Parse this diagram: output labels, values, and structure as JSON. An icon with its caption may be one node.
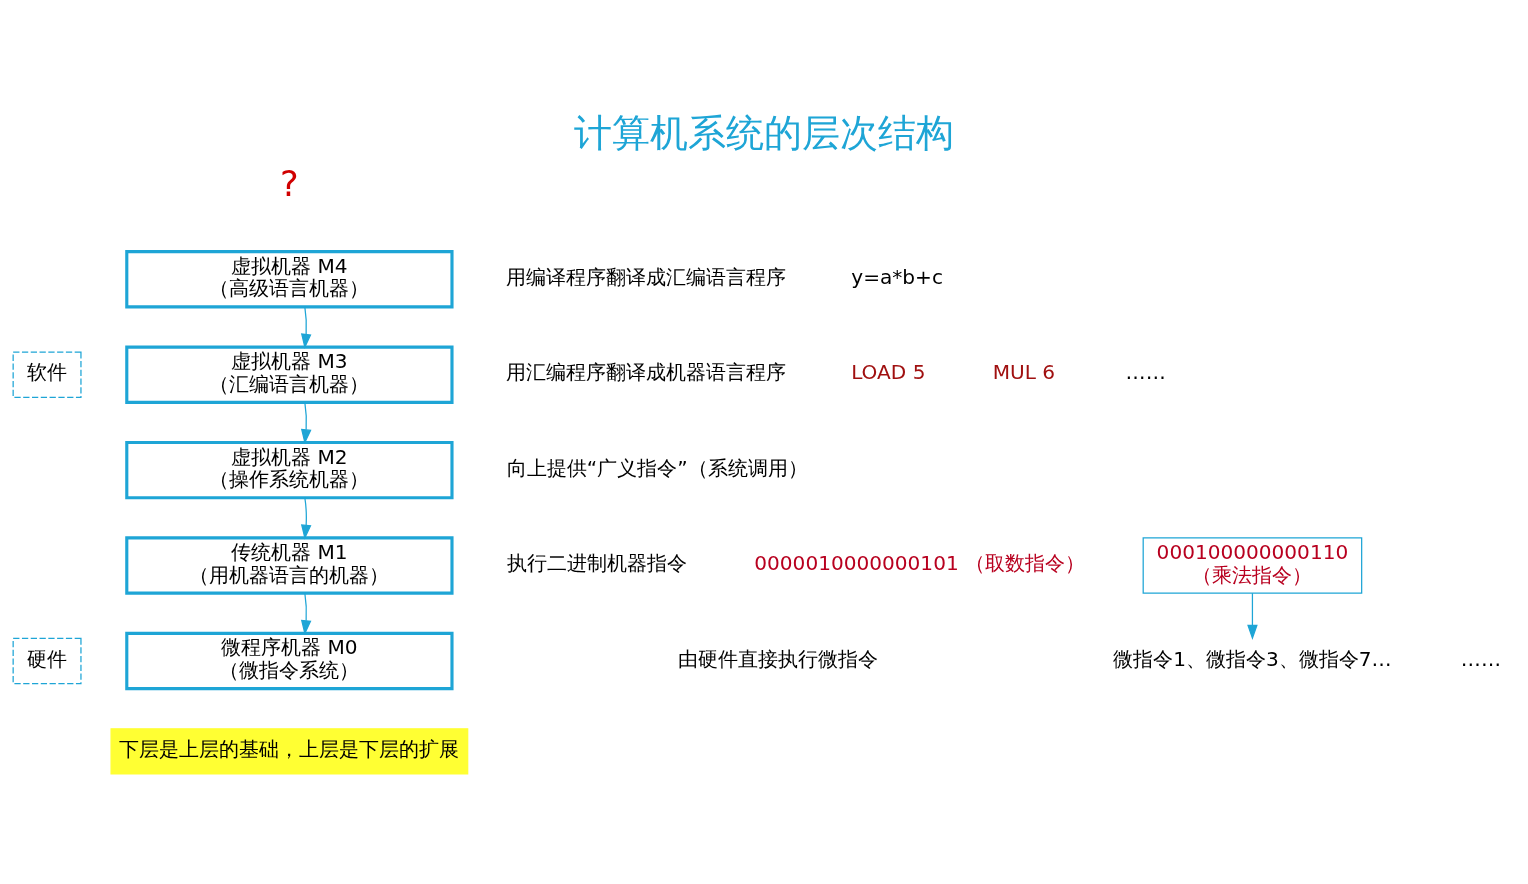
{
  "diagram": {
    "title": "计算机系统的层次结构",
    "nodes": [
      {
        "text": [
          "虚拟机器 M4",
          "（高级语言机器）"
        ]
      },
      {
        "text": [
          "虚拟机器 M3",
          "（汇编语言机器）"
        ]
      },
      {
        "text": [
          "虚拟机器 M2",
          "（操作系统机器）"
        ]
      },
      {
        "text": [
          "传统机器 M1",
          "（用机器语言的机器）"
        ]
      },
      {
        "text": [
          "微程序机器 M0",
          "（微指令系统）"
        ]
      },
      {
        "text": [
          "软件"
        ]
      },
      {
        "text": [
          "硬件"
        ]
      },
      {
        "text": [
          "000100000000110",
          "（乘法指令）"
        ]
      },
      {
        "text": [
          "微指令1、微指令3、微指令7…"
        ]
      }
    ],
    "edges": [
      {
        "from": 0,
        "to": 1,
        "arrow": "to"
      },
      {
        "from": 1,
        "to": 2,
        "arrow": "to"
      },
      {
        "from": 2,
        "to": 3,
        "arrow": "to"
      },
      {
        "from": 3,
        "to": 4,
        "arrow": "to"
      },
      {
        "from": 7,
        "to": 8,
        "arrow": "to"
      }
    ],
    "labels": [
      "?",
      "用编译程序翻译成汇编语言程序",
      "y=a*b+c",
      "用汇编程序翻译成机器语言程序",
      "LOAD 5",
      "MUL 6",
      "……",
      "向上提供“广义指令”（系统调用）",
      "执行二进制机器指令",
      "0000010000000101 （取数指令）",
      "……",
      "由硬件直接执行微指令",
      "下层是上层的基础，上层是下层的扩展"
    ]
  }
}
